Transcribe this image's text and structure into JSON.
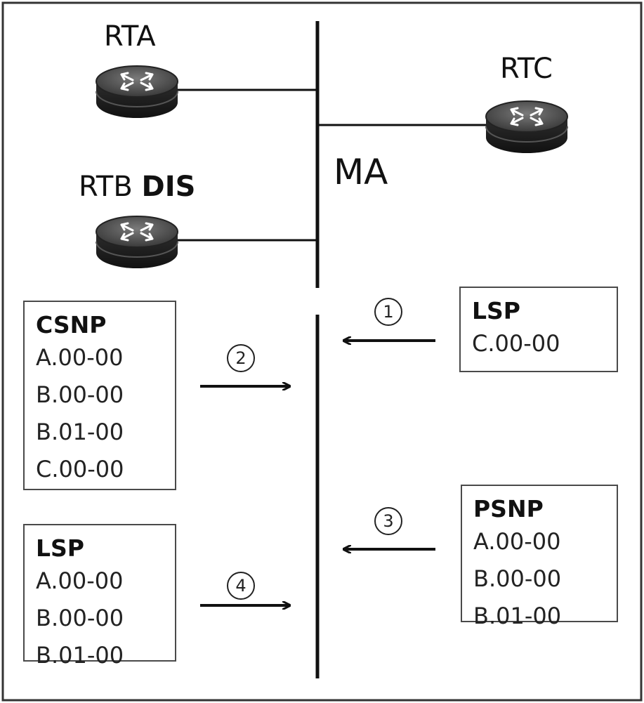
{
  "routers": {
    "rta": {
      "label": "RTA"
    },
    "rtb": {
      "label": "RTB",
      "role": "DIS"
    },
    "rtc": {
      "label": "RTC"
    }
  },
  "segment_label": "MA",
  "boxes": {
    "csnp": {
      "title": "CSNP",
      "items": [
        "A.00-00",
        "B.00-00",
        "B.01-00",
        "C.00-00"
      ]
    },
    "lsp_a": {
      "title": "LSP",
      "items": [
        "A.00-00",
        "B.00-00",
        "B.01-00"
      ]
    },
    "lsp_c": {
      "title": "LSP",
      "items": [
        "C.00-00"
      ]
    },
    "psnp": {
      "title": "PSNP",
      "items": [
        "A.00-00",
        "B.00-00",
        "B.01-00"
      ]
    }
  },
  "steps": [
    "1",
    "2",
    "3",
    "4"
  ],
  "icons": {
    "router": "router-icon"
  }
}
